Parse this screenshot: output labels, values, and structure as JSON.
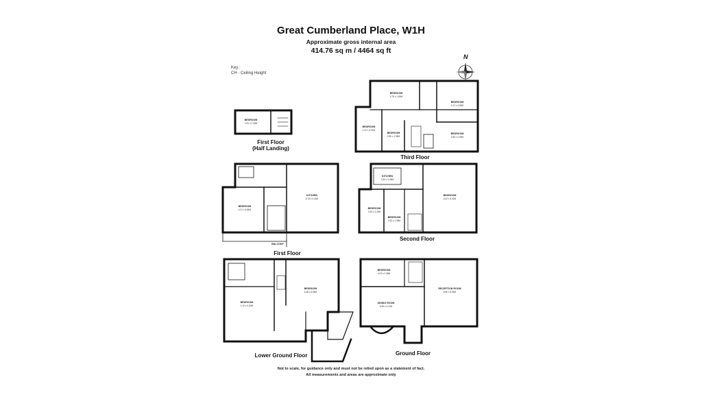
{
  "header": {
    "title": "Great Cumberland Place, W1H",
    "subtitle": "Approximate gross internal area",
    "area": "414.76 sq m / 4464 sq ft"
  },
  "key": {
    "heading": "Key :",
    "item": "CH - Ceiling Height"
  },
  "compass": {
    "label": "N"
  },
  "floors": {
    "half_landing": "First Floor\n(Half Landing)",
    "first": "First Floor",
    "second": "Second Floor",
    "third": "Third Floor",
    "lower_ground": "Lower Ground Floor",
    "ground": "Ground Floor"
  },
  "rooms": {
    "half_bedroom": {
      "name": "BEDROOM",
      "dim": "2.91 x 2.33M"
    },
    "first_kitchen": {
      "name": "KITCHEN",
      "dim": "6.78 x 4.40M"
    },
    "first_bedroom": {
      "name": "BEDROOM",
      "dim": "4.21 x 3.84M"
    },
    "first_balcony": {
      "name": "BALCONY"
    },
    "second_kitchen": {
      "name": "KITCHEN",
      "dim": "2.84 x 2.06M"
    },
    "second_bedroom_main": {
      "name": "BEDROOM",
      "dim": "6.62 x 5.02M"
    },
    "second_bedroom_a": {
      "name": "BEDROOM",
      "dim": "3.93 x 3.23M"
    },
    "second_bedroom_b": {
      "name": "BEDROOM",
      "dim": "2.63 x 1.95M"
    },
    "third_bedroom_a": {
      "name": "BEDROOM",
      "dim": "4.78 x 2.80M"
    },
    "third_bedroom_b": {
      "name": "BEDROOM",
      "dim": "4.12 x 3.82M"
    },
    "third_bedroom_c": {
      "name": "BEDROOM",
      "dim": "4.10 x 3.04M"
    },
    "third_bedroom_d": {
      "name": "BEDROOM",
      "dim": "2.85 x 1.96M"
    },
    "third_bedroom_e": {
      "name": "BEDROOM",
      "dim": "3.85 x 2.65M"
    },
    "lower_bedroom_a": {
      "name": "BEDROOM",
      "dim": "4.12 x 4.00M"
    },
    "lower_bedroom_b": {
      "name": "BEDROOM",
      "dim": "6.48 x 5.08M"
    },
    "ground_bedroom": {
      "name": "BEDROOM",
      "dim": "4.03 x 2.38M"
    },
    "ground_dining": {
      "name": "DINING ROOM",
      "dim": "6.08 x 4.10M"
    },
    "ground_reception": {
      "name": "RECEPTION ROOM",
      "dim": "6.80 x 5.95M"
    }
  },
  "footer": {
    "line1": "Not to scale, for guidance only and must not be relied upon as a statement of fact.",
    "line2": "All measurements and areas are approximate only"
  }
}
